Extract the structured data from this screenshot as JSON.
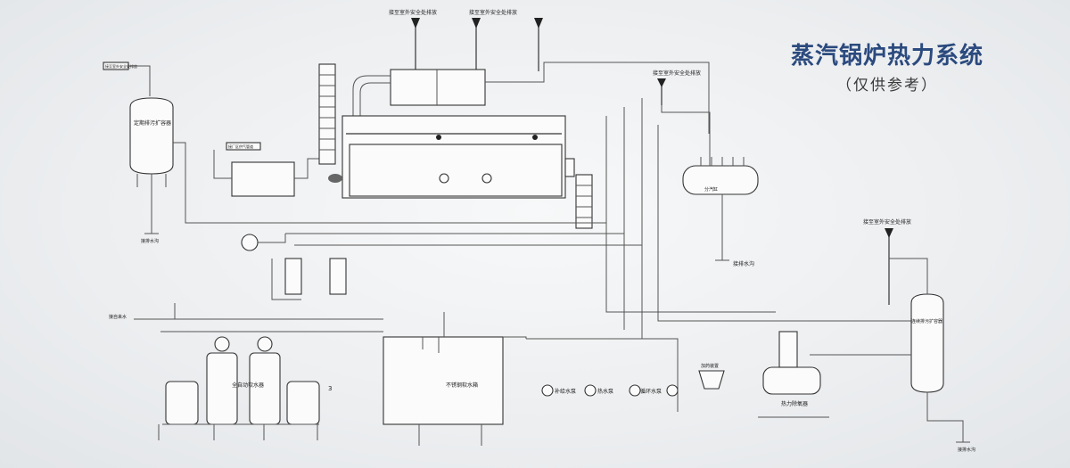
{
  "title": {
    "main": "蒸汽锅炉热力系统",
    "sub": "（仅供参考）"
  },
  "labels": {
    "safe_vent_1": "接至室外安全处排放",
    "safe_vent_2": "接至室外安全处排放",
    "safe_vent_3": "接至室外安全处排放",
    "safe_vent_4": "接至室外安全处排放",
    "expansion_top_tag": "接至室外安全处排放",
    "regular_blowdown_tank": "定期排污扩容器",
    "continuous_blowdown_tank": "连续排污扩容器",
    "steam_header": "分汽缸",
    "softener": "全自动软水器",
    "softener_mark": "3",
    "water_tank": "不锈钢软水箱",
    "pump_1": "补给水泵",
    "pump_2": "热水泵",
    "pump_3": "循环水泵",
    "dosing": "加药装置",
    "exchanger": "热力除氧器",
    "user_drain": "接排水沟",
    "trench_left": "接排水沟",
    "trench_right": "接排水沟",
    "control_panel": "接厂区供气管道",
    "water_inlet": "接自来水"
  },
  "colors": {
    "title": "#2b4a7e",
    "line": "#555555",
    "equipment": "#333333"
  },
  "icons": [
    "vent-flag-icon",
    "valve-icon",
    "pump-icon",
    "drain-arrow-icon",
    "gauge-icon"
  ]
}
